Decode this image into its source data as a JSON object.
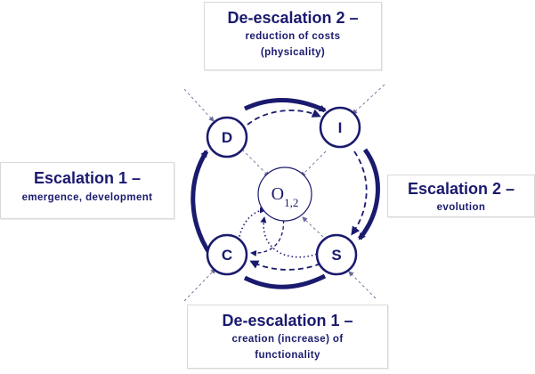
{
  "labels": {
    "deescalation_2": {
      "title": "De-escalation 2 –",
      "line1": "reduction of costs",
      "line2": "(physicality)"
    },
    "escalation_1": {
      "title": "Escalation 1 –",
      "line1": "emergence, development"
    },
    "escalation_2": {
      "title": "Escalation 2 –",
      "line1": "evolution"
    },
    "deescalation_1": {
      "title": "De-escalation 1 –",
      "line1": "creation (increase) of",
      "line2": "functionality"
    }
  },
  "nodes": {
    "d": "D",
    "i": "I",
    "c": "C",
    "s": "S"
  },
  "center": {
    "main": "O",
    "subscript": "1,2"
  },
  "colors": {
    "primary": "#1a1a6e",
    "guide": "#6a6a9e"
  }
}
